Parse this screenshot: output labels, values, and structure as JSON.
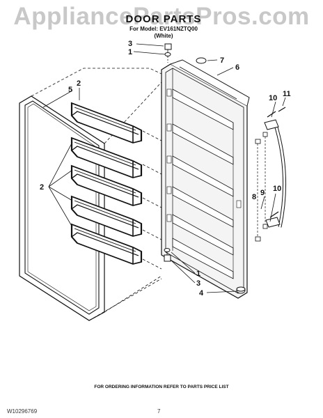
{
  "header": {
    "watermark": "AppliancePartsPros.com",
    "title": "DOOR PARTS",
    "model_line": "For Model: EV161NZTQ00",
    "color_line": "(White)"
  },
  "callouts": {
    "c1a": "1",
    "c1b": "1",
    "c2a": "2",
    "c2b": "2",
    "c3a": "3",
    "c3b": "3",
    "c4": "4",
    "c5": "5",
    "c6": "6",
    "c7": "7",
    "c8": "8",
    "c9": "9",
    "c10a": "10",
    "c10b": "10",
    "c11": "11"
  },
  "footer": {
    "ordering_note": "FOR ORDERING INFORMATION REFER TO PARTS PRICE LIST",
    "document_number": "W10296769",
    "page_number": "7"
  }
}
